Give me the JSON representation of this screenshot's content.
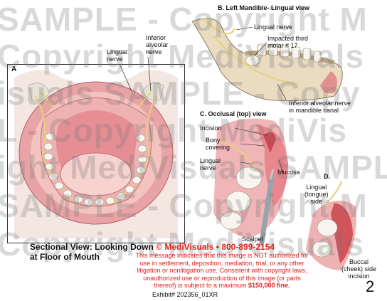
{
  "panel_a": {
    "letter": "A",
    "lingual_nerve_label": "Lingual\nnerve",
    "inferior_alveolar_label": "Inferior\nalveolar\nnerve"
  },
  "panel_b": {
    "title": "B. Left Mandible- Lingual view",
    "lingual_nerve_label": "Lingual nerve",
    "impacted_molar_label": "Impacted third\nmolar # 17",
    "inferior_alveolar_label": "Inferior alveolar nerve\nin mandible canal"
  },
  "panel_c": {
    "title": "C. Occlusal (top) view",
    "incision_label": "Incision",
    "bony_covering_label": "Bony\ncovering",
    "lingual_nerve_label": "Lingual\nnerve",
    "mucosa_label": "Mucosa",
    "scalpel_label": "Scalpel"
  },
  "panel_d": {
    "letter": "D.",
    "lingual_side_label": "Lingual\n(tongue)\nside",
    "buccal_side_label": "Buccal\n(cheek) side\nincision"
  },
  "caption": {
    "line1_prefix": "Sectional View: Looking Down",
    "brand": "© MediVisuals • 800-899-2154",
    "line2": "at Floor of Mouth"
  },
  "disclaimer": {
    "text": "This message indicates that this image is NOT authorized for use in settlement, deposition, mediation, trial, or any other litigation or nonlitigation use.  Consistent with copyright laws, unauthorized use or reproduction of this image (or parts thereof) is subject to a maximum ",
    "fine": "$150,000 fine."
  },
  "exhibit": "Exhibit# 202356_01XR",
  "page_number": "2",
  "watermark": {
    "line1": "SAMPLE - Copyright M",
    "line2": "Copyright MediVisuals",
    "line3": "isuals SAMPLE - Copy",
    "line4": "L - Copyright MediVis",
    "line5": "ight MediVisuals SAMPLE",
    "line6": "SAMPLE - Copyright M",
    "line7": "Copyright MediVisuals"
  },
  "colors": {
    "brand_red": "#e0201c",
    "tissue_pink": "#e8a3a6",
    "nerve_yellow": "#e7d27a",
    "tooth_white": "#f7f5ee"
  }
}
